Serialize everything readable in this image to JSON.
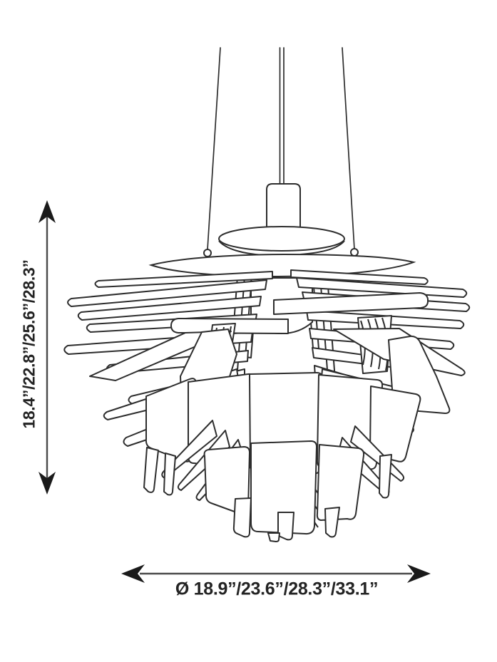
{
  "background": "#ffffff",
  "diagram": {
    "line_color": "#2d2d2d",
    "text_color": "#232323",
    "arrow_color": "#1a1a1a",
    "height_dimension": {
      "label": "18.4”/22.8”/25.6”/28.3”"
    },
    "diameter_dimension": {
      "label": "Ø 18.9”/23.6”/28.3”/33.1”"
    },
    "icons": {
      "height_arrow": "double-headed-vertical-arrow",
      "diameter_arrow": "double-headed-horizontal-arrow"
    }
  }
}
